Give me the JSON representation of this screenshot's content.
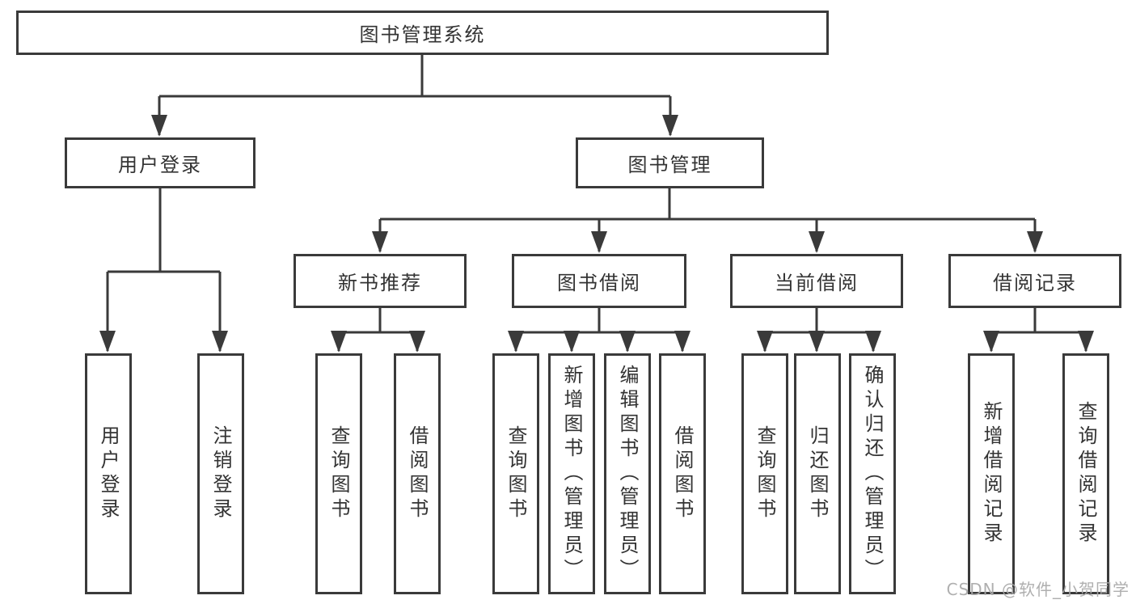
{
  "tree": {
    "label": "图书管理系统",
    "children": [
      {
        "label": "用户登录",
        "children": [
          {
            "label": "用户登录"
          },
          {
            "label": "注销登录"
          }
        ]
      },
      {
        "label": "图书管理",
        "children": [
          {
            "label": "新书推荐",
            "children": [
              {
                "label": "查询图书"
              },
              {
                "label": "借阅图书"
              }
            ]
          },
          {
            "label": "图书借阅",
            "children": [
              {
                "label": "查询图书"
              },
              {
                "label": "新增图书（管理员）"
              },
              {
                "label": "编辑图书（管理员）"
              },
              {
                "label": "借阅图书"
              }
            ]
          },
          {
            "label": "当前借阅",
            "children": [
              {
                "label": "查询图书"
              },
              {
                "label": "归还图书"
              },
              {
                "label": "确认归还（管理员）"
              }
            ]
          },
          {
            "label": "借阅记录",
            "children": [
              {
                "label": "新增借阅记录"
              },
              {
                "label": "查询借阅记录"
              }
            ]
          }
        ]
      }
    ]
  },
  "watermark": "CSDN @软件_小贺同学",
  "colors": {
    "line": "#3a3a3a",
    "text": "#333333",
    "background": "#ffffff",
    "watermark": "#a9a9a9"
  }
}
